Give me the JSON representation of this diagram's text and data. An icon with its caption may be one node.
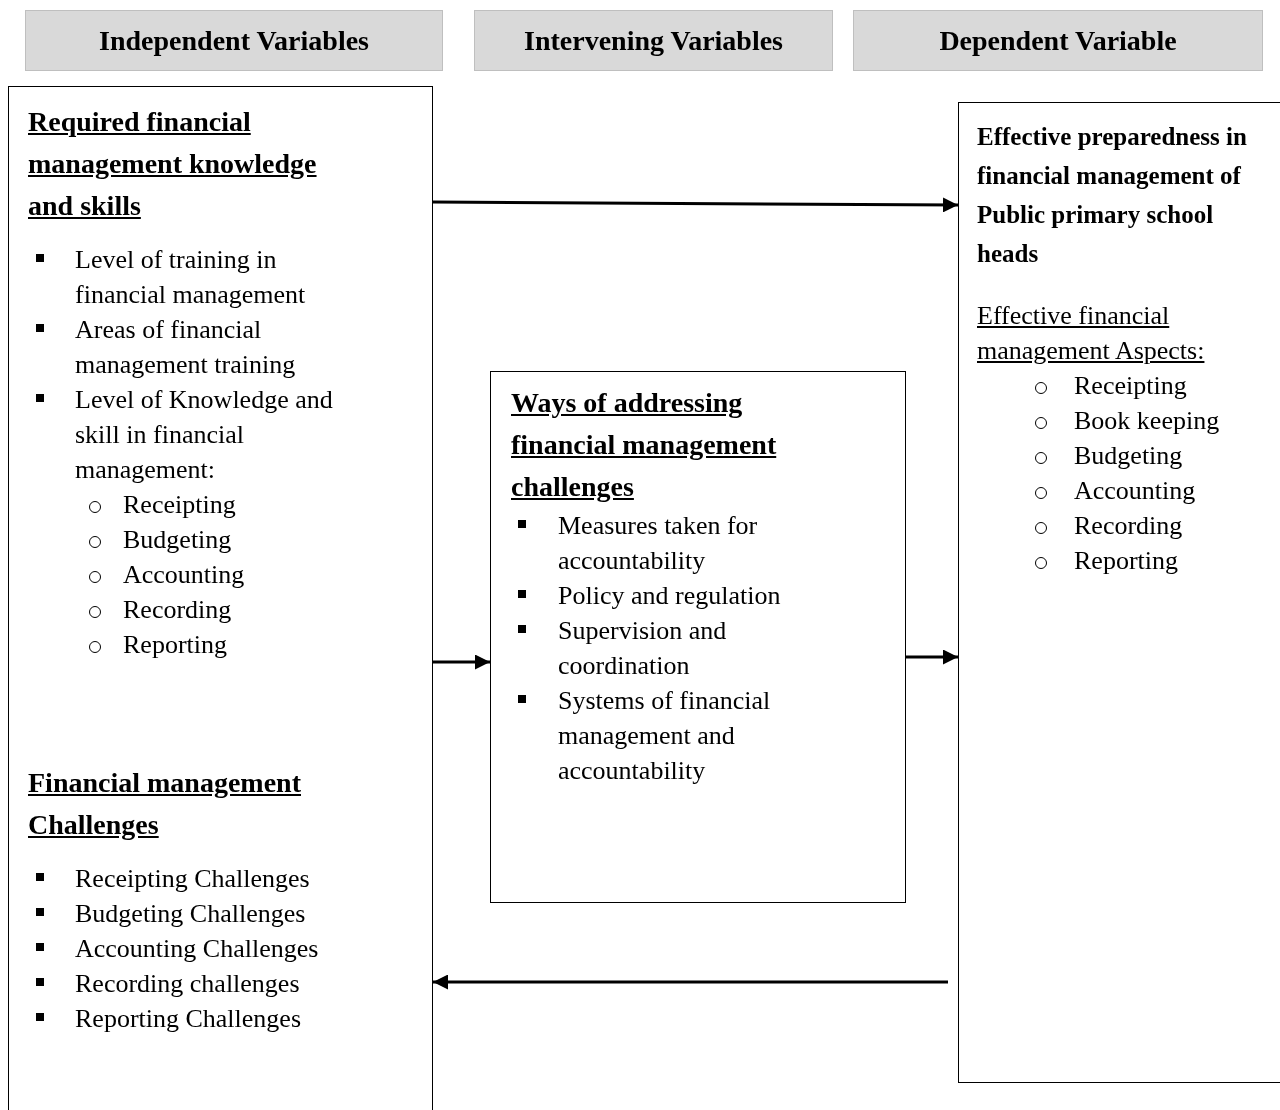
{
  "diagram": {
    "nodes": [
      {
        "text": [
          "Independent Variables"
        ]
      },
      {
        "text": [
          "Intervening Variables"
        ]
      },
      {
        "text": [
          "Dependent Variable"
        ]
      },
      {
        "text": [
          "Required financial management knowledge and skills",
          "Level of training in financial management",
          "Areas of financial management training",
          "Level of Knowledge and skill in financial management:",
          "Receipting",
          "Budgeting",
          "Accounting",
          "Recording",
          "Reporting",
          "Financial management Challenges",
          "Receipting Challenges",
          "Budgeting Challenges",
          "Accounting Challenges",
          "Recording challenges",
          "Reporting Challenges"
        ]
      },
      {
        "text": [
          "Ways of addressing financial management challenges",
          "Measures taken for accountability",
          "Policy and regulation",
          "Supervision and coordination",
          "Systems of financial management and accountability"
        ]
      },
      {
        "text": [
          "Effective preparedness in financial management of Public primary school heads",
          "Effective financial management Aspects:",
          "Receipting",
          "Book keeping",
          "Budgeting",
          "Accounting",
          "Recording",
          "Reporting"
        ]
      }
    ],
    "edges": [
      {
        "from": 3,
        "to": 5,
        "arrow": "to"
      },
      {
        "from": 3,
        "to": 4,
        "arrow": "to"
      },
      {
        "from": 4,
        "to": 5,
        "arrow": "to"
      },
      {
        "from": 5,
        "to": 3,
        "arrow": "to"
      }
    ]
  }
}
